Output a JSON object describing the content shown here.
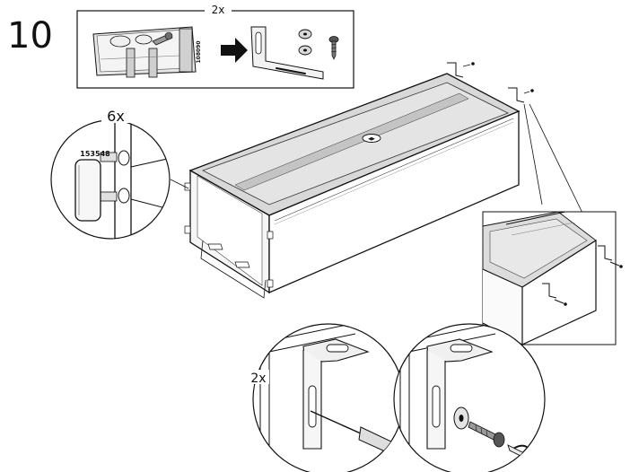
{
  "step": {
    "number": "10"
  },
  "kit_panel": {
    "quantity": "2x",
    "bag_code": "108090"
  },
  "detail_pins": {
    "quantity": "6x",
    "part_number": "153548"
  },
  "detail_bracket": {
    "quantity": "2x"
  },
  "colors": {
    "line": "#111111",
    "panel_face": "#e3e3e3",
    "panel_dark": "#bdbdbd",
    "white": "#ffffff",
    "wood_grey": "#d6d6d6"
  }
}
